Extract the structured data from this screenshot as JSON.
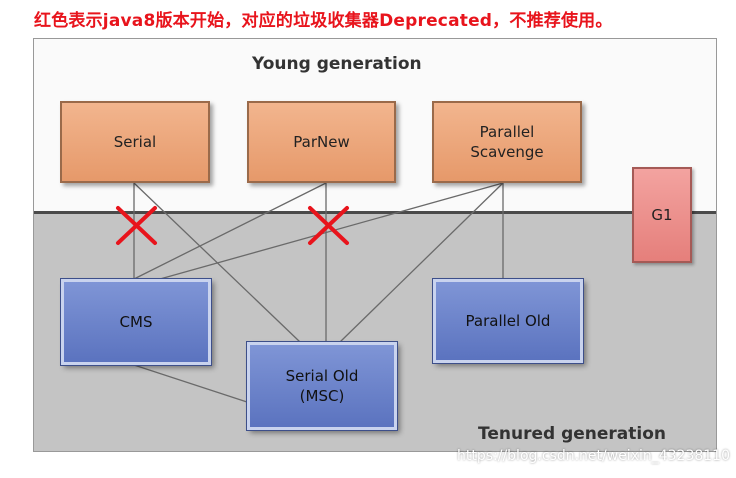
{
  "caption": "红色表示java8版本开始，对应的垃圾收集器Deprecated，不推荐使用。",
  "regions": {
    "young": "Young generation",
    "tenured": "Tenured generation"
  },
  "collectors": {
    "serial": "Serial",
    "parnew": "ParNew",
    "parallel_scavenge": "Parallel\nScavenge",
    "g1": "G1",
    "cms": "CMS",
    "serial_old": "Serial Old\n(MSC)",
    "parallel_old": "Parallel Old"
  },
  "deprecated_mark_color": "#e8141c",
  "watermark": "https://blog.csdn.net/weixin_43238110"
}
